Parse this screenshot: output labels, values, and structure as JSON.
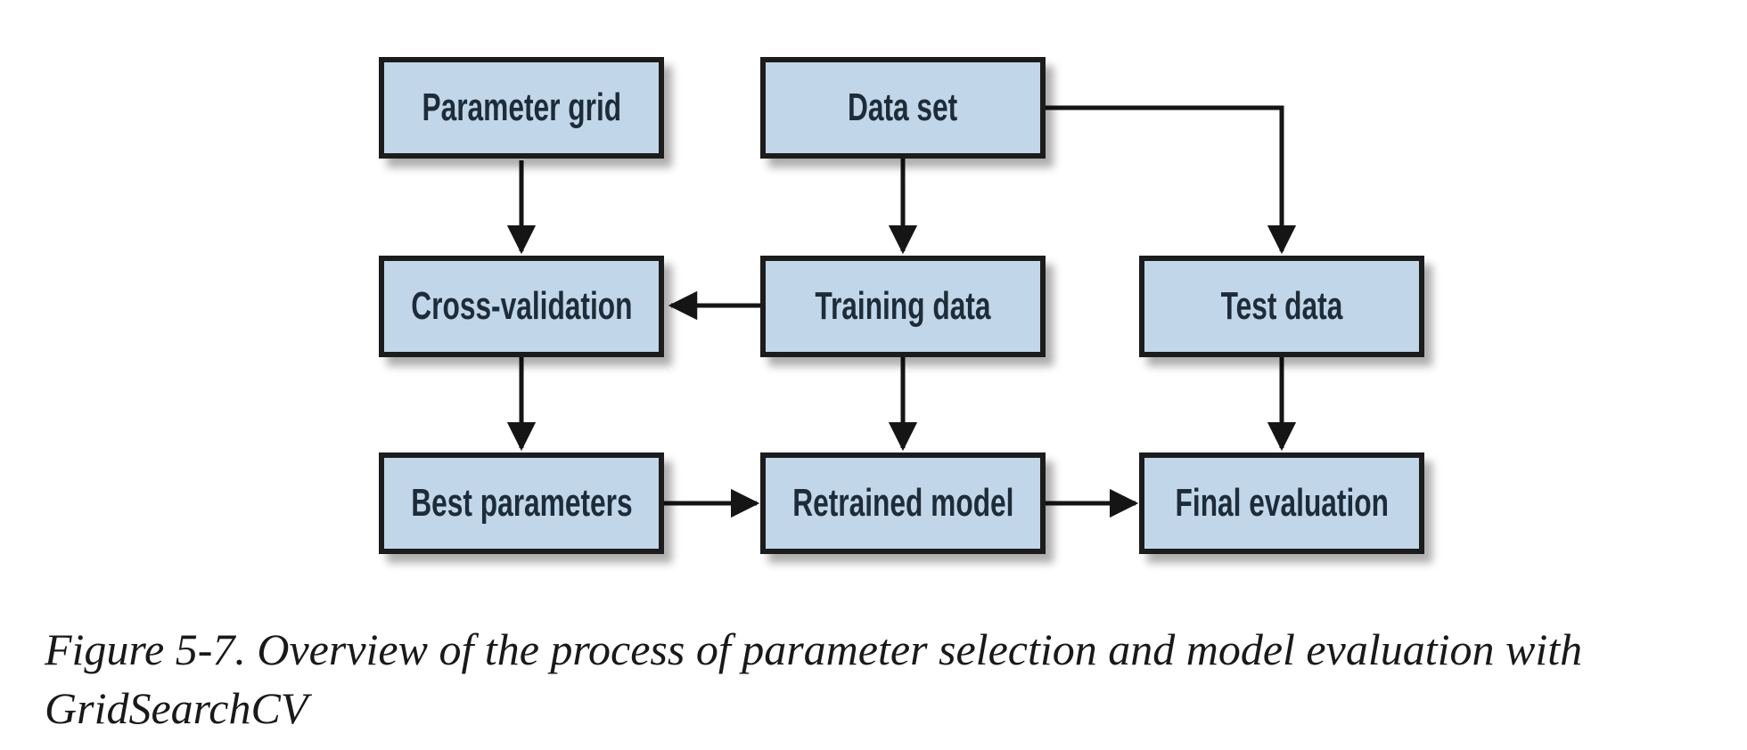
{
  "figure": {
    "caption_line1": "Figure 5-7. Overview of the process of parameter selection and model evaluation with",
    "caption_line2": "GridSearchCV"
  },
  "diagram": {
    "type": "flowchart",
    "nodes": [
      {
        "id": "parameter-grid",
        "label": "Parameter grid"
      },
      {
        "id": "data-set",
        "label": "Data set"
      },
      {
        "id": "cross-validation",
        "label": "Cross-validation"
      },
      {
        "id": "training-data",
        "label": "Training data"
      },
      {
        "id": "test-data",
        "label": "Test data"
      },
      {
        "id": "best-parameters",
        "label": "Best parameters"
      },
      {
        "id": "retrained-model",
        "label": "Retrained model"
      },
      {
        "id": "final-evaluation",
        "label": "Final evaluation"
      }
    ],
    "edges": [
      {
        "from": "parameter-grid",
        "to": "cross-validation"
      },
      {
        "from": "data-set",
        "to": "training-data"
      },
      {
        "from": "data-set",
        "to": "test-data"
      },
      {
        "from": "training-data",
        "to": "cross-validation"
      },
      {
        "from": "training-data",
        "to": "retrained-model"
      },
      {
        "from": "cross-validation",
        "to": "best-parameters"
      },
      {
        "from": "test-data",
        "to": "final-evaluation"
      },
      {
        "from": "best-parameters",
        "to": "retrained-model"
      },
      {
        "from": "retrained-model",
        "to": "final-evaluation"
      }
    ],
    "colors": {
      "node_fill": "#c1d7e9",
      "node_border": "#1c1c1c",
      "node_text": "#1e2c3a",
      "arrow": "#151515"
    }
  }
}
